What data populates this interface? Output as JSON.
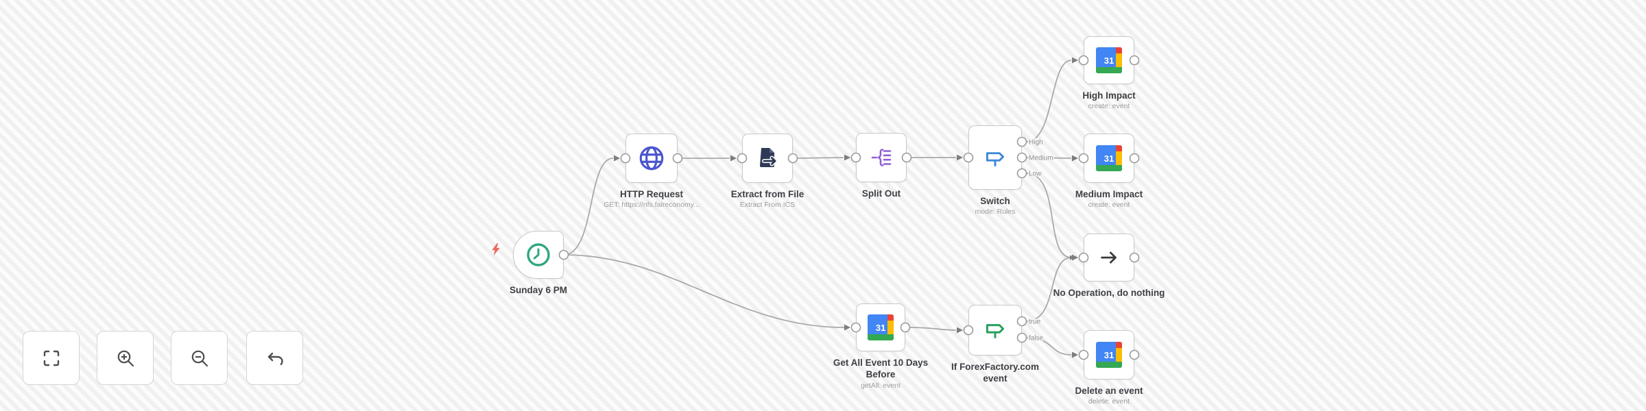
{
  "app": {
    "name": "workflow editor canvas"
  },
  "colors": {
    "canvas_bg": "#f7f7f7",
    "node_border": "#c9c9c9",
    "wire": "#a9a9a9",
    "trigger_clock": "#2fa87c",
    "http_globe": "#4a55cf",
    "extract_file": "#2e3a55",
    "split_out": "#8f5fd6",
    "switch_signpost": "#3f88d8",
    "if_signpost": "#27a05e",
    "noop_arrow": "#3b3b3b",
    "bolt": "#ec6a5e",
    "gcal_blue": "#4285F4",
    "gcal_red": "#EA4335",
    "gcal_yellow": "#FBBC04",
    "gcal_green": "#34A853"
  },
  "canvas": {
    "calendar_day": "31",
    "nodes": {
      "trigger": {
        "title": "Sunday 6 PM",
        "icon": "clock-icon"
      },
      "http": {
        "title": "HTTP Request",
        "subtitle": "GET: https://nfs.faireconomy...",
        "icon": "globe-icon"
      },
      "extract": {
        "title": "Extract from File",
        "subtitle": "Extract From ICS",
        "icon": "file-export-icon"
      },
      "split": {
        "title": "Split Out",
        "icon": "split-out-icon"
      },
      "switch": {
        "title": "Switch",
        "subtitle": "mode: Rules",
        "icon": "signpost-icon",
        "outputs": [
          "High",
          "Medium",
          "Low"
        ]
      },
      "high": {
        "title": "High Impact",
        "subtitle": "create: event",
        "icon": "google-calendar-icon"
      },
      "medium": {
        "title": "Medium Impact",
        "subtitle": "create: event",
        "icon": "google-calendar-icon"
      },
      "noop": {
        "title": "No Operation, do nothing",
        "icon": "arrow-right-icon"
      },
      "getall": {
        "title": "Get All Event 10 Days Before",
        "subtitle": "getAll: event",
        "icon": "google-calendar-icon"
      },
      "if_node": {
        "title": "If ForexFactory.com event",
        "icon": "signpost-icon",
        "outputs": [
          "true",
          "false"
        ]
      },
      "delete": {
        "title": "Delete an event",
        "subtitle": "delete: event",
        "icon": "google-calendar-icon"
      }
    },
    "connections": [
      "Sunday 6 PM -> HTTP Request",
      "Sunday 6 PM -> Get All Event 10 Days Before",
      "HTTP Request -> Extract from File",
      "Extract from File -> Split Out",
      "Split Out -> Switch",
      "Switch:High -> High Impact",
      "Switch:Medium -> Medium Impact",
      "Switch:Low -> No Operation, do nothing",
      "Get All Event 10 Days Before -> If ForexFactory.com event",
      "If:true -> No Operation, do nothing",
      "If:false -> Delete an event"
    ],
    "controls": [
      "fit-view-icon",
      "zoom-in-icon",
      "zoom-out-icon",
      "undo-icon"
    ]
  }
}
